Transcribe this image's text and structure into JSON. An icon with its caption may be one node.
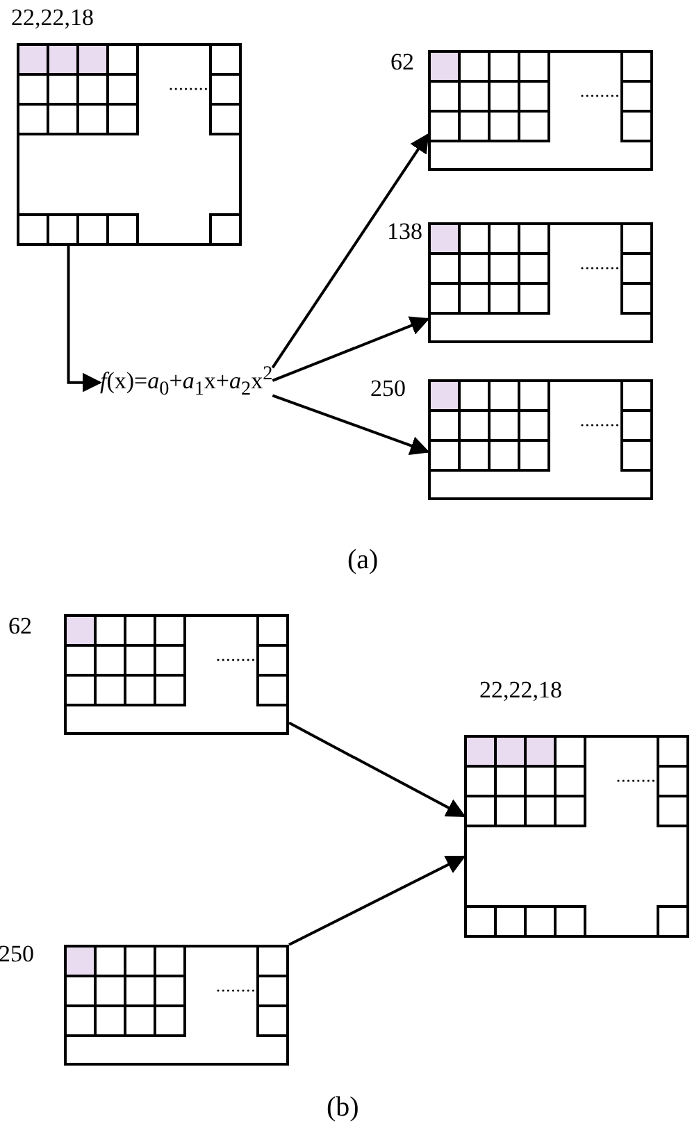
{
  "diagram": {
    "nodes": [
      {
        "text": [],
        "shape": "grid",
        "beside": [
          "22,22,18"
        ]
      },
      {
        "text": [
          "*f*(x)=*a*$_{0}$+*a*$_{1}$x+*a*$_{2}$x$^{2}$"
        ]
      },
      {
        "text": [],
        "shape": "grid",
        "beside": [
          "62"
        ]
      },
      {
        "text": [],
        "shape": "grid",
        "beside": [
          "138"
        ]
      },
      {
        "text": [],
        "shape": "grid",
        "beside": [
          "250"
        ]
      },
      {
        "text": [],
        "shape": "grid",
        "beside": [
          "62"
        ]
      },
      {
        "text": [],
        "shape": "grid",
        "beside": [
          "250"
        ]
      },
      {
        "text": [],
        "shape": "grid",
        "beside": [
          "22,22,18"
        ]
      }
    ],
    "edges": [
      {
        "from": 0,
        "to": 1,
        "arrow": "to"
      },
      {
        "from": 1,
        "to": 2,
        "arrow": "to"
      },
      {
        "from": 1,
        "to": 3,
        "arrow": "to"
      },
      {
        "from": 1,
        "to": 4,
        "arrow": "to"
      },
      {
        "from": 5,
        "to": 7,
        "arrow": "to"
      },
      {
        "from": 6,
        "to": 7,
        "arrow": "to"
      }
    ],
    "labels": [
      "(a)",
      "(b)"
    ]
  }
}
